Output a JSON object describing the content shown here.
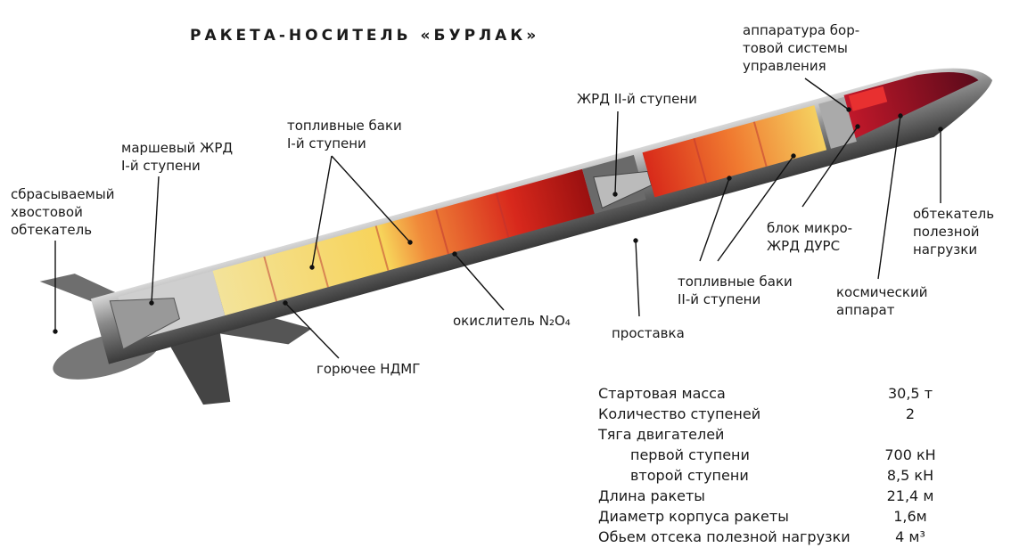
{
  "title": "РАКЕТА-НОСИТЕЛЬ «БУРЛАК»",
  "labels": {
    "tail_fairing": "сбрасываемый\nхвостовой\nобтекатель",
    "main_engine": "маршевый ЖРД\nI-й ступени",
    "tanks_stage1": "топливные баки\nI-й ступени",
    "fuel": "горючее НДМГ",
    "oxidizer": "окислитель N₂O₄",
    "engine_stage2": "ЖРД II-й ступени",
    "interstage": "проставка",
    "tanks_stage2": "топливные баки\nII-й ступени",
    "control_equipment": "аппаратура бор-\nтовой системы\nуправления",
    "micro_engines": "блок микро-\nЖРД ДУРС",
    "spacecraft": "космический\nаппарат",
    "payload_fairing": "обтекатель\nполезной\nнагрузки"
  },
  "specs": [
    {
      "name": "Стартовая масса",
      "value": "30,5 т"
    },
    {
      "name": "Количество ступеней",
      "value": "2"
    },
    {
      "name": "Тяга двигателей",
      "value": ""
    },
    {
      "name": "первой ступени",
      "value": "700 кН"
    },
    {
      "name": "второй ступени",
      "value": "8,5 кН"
    },
    {
      "name": "Длина ракеты",
      "value": "21,4 м"
    },
    {
      "name": "Диаметр корпуса ракеты",
      "value": "1,6м"
    },
    {
      "name": "Обьем отсека полезной нагрузки",
      "value": "4 м³"
    }
  ]
}
